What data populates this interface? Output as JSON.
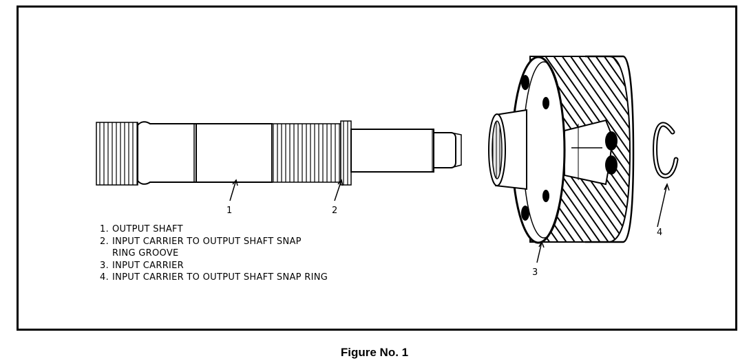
{
  "figure": {
    "caption": "Figure No. 1",
    "callouts": [
      "1",
      "2",
      "3",
      "4"
    ],
    "legend": [
      {
        "num": "1.",
        "lines": [
          "OUTPUT SHAFT"
        ]
      },
      {
        "num": "2.",
        "lines": [
          "INPUT CARRIER TO OUTPUT SHAFT SNAP",
          "RING GROOVE"
        ]
      },
      {
        "num": "3.",
        "lines": [
          "INPUT CARRIER"
        ]
      },
      {
        "num": "4.",
        "lines": [
          "INPUT CARRIER TO OUTPUT SHAFT SNAP RING"
        ]
      }
    ]
  }
}
